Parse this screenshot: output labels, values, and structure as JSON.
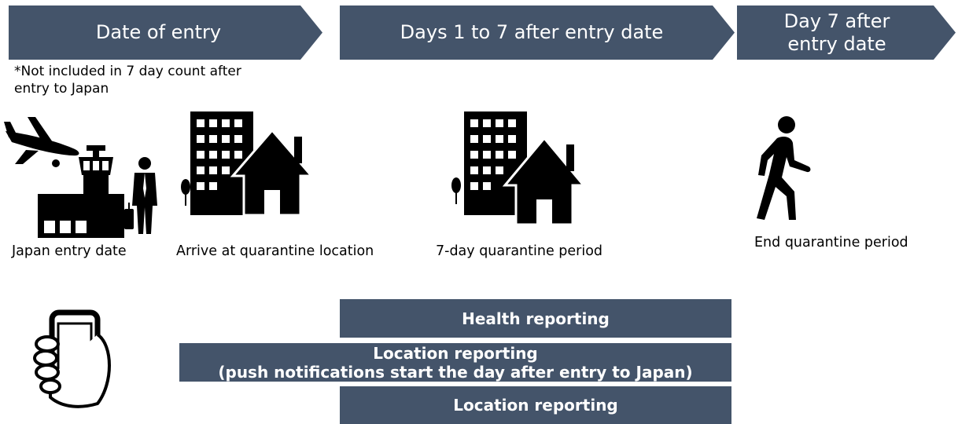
{
  "headers": {
    "date_of_entry": "Date of entry",
    "days_1_to_7": "Days 1 to 7 after entry date",
    "day_7_line1": "Day 7 after",
    "day_7_line2": "entry date"
  },
  "note": {
    "line1": "*Not included in 7 day count after",
    "line2": "entry to Japan"
  },
  "labels": {
    "japan_entry_date": "Japan entry date",
    "arrive_at_location": "Arrive at quarantine location",
    "quarantine_period": "7-day quarantine period",
    "end_quarantine": "End quarantine period"
  },
  "bars": {
    "health_reporting": "Health reporting",
    "location_reporting_push_line1": "Location reporting",
    "location_reporting_push_line2": "(push notifications start the day after entry to Japan)",
    "location_reporting": "Location reporting"
  },
  "colors": {
    "bar_fill": "#44546a",
    "icon_fill": "#000000"
  },
  "icons": [
    "airplane-icon",
    "control-tower-icon",
    "traveler-icon",
    "hotel-building-icon",
    "house-icon",
    "tree-icon",
    "walking-person-icon",
    "smartphone-hand-icon"
  ]
}
